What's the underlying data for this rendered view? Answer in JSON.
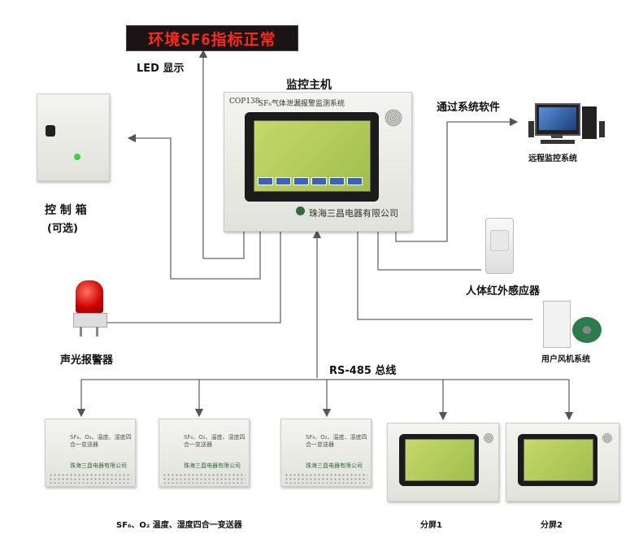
{
  "led_sign": {
    "text": "环境SF6指标正常",
    "label": "LED 显示"
  },
  "host": {
    "title": "监控主机",
    "model": "COP138",
    "system_name": "SF₆气体泄漏报警监测系统",
    "company": "珠海三昌电器有限公司"
  },
  "software": {
    "label": "通过系统软件",
    "pc_label": "远程监控系统"
  },
  "control_box": {
    "label": "控 制 箱",
    "sub": "(可选)"
  },
  "pir": {
    "label": "人体红外感应器"
  },
  "alarm": {
    "label": "声光报警器"
  },
  "fan": {
    "label": "用户风机系统"
  },
  "bus": {
    "label": "RS-485 总线"
  },
  "transmitters": {
    "label": "SF₆、O₂ 温度、湿度四合一变送器",
    "company": "珠海三昌电器有限公司",
    "desc": "SF₆、O₂、温度、湿度四合一变送器"
  },
  "subscreens": [
    {
      "label": "分屏1"
    },
    {
      "label": "分屏2"
    }
  ],
  "colors": {
    "line": "#666666",
    "led_text": "#ff2a1a",
    "led_bg": "#1a1414",
    "lcd": "#b5cc5c"
  }
}
